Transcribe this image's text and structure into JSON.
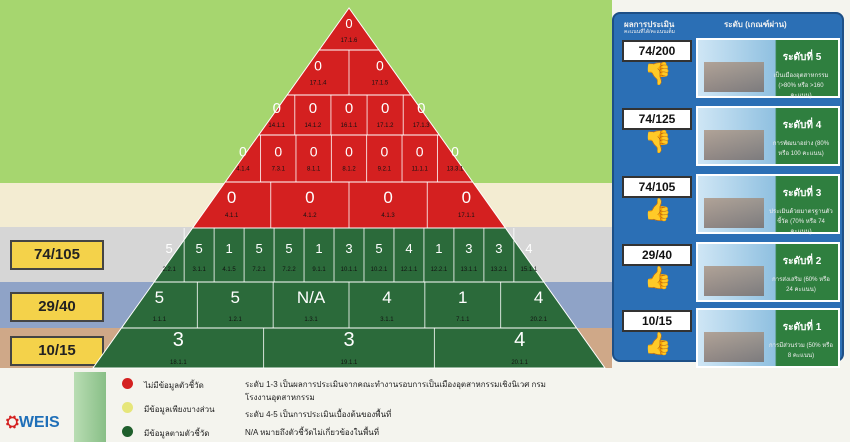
{
  "scores": [
    "74/105",
    "29/40",
    "10/15"
  ],
  "red_rows": [
    [
      {
        "v": "0",
        "c": "17.1.6"
      }
    ],
    [
      {
        "v": "0",
        "c": "17.1.4"
      },
      {
        "v": "0",
        "c": "17.1.5"
      }
    ],
    [
      {
        "v": "0",
        "c": "14.1.1"
      },
      {
        "v": "0",
        "c": "14.1.2"
      },
      {
        "v": "0",
        "c": "16.1.1"
      },
      {
        "v": "0",
        "c": "17.1.2"
      },
      {
        "v": "0",
        "c": "17.1.3"
      }
    ],
    [
      {
        "v": "0",
        "c": "4.1.4"
      },
      {
        "v": "0",
        "c": "7.3.1"
      },
      {
        "v": "0",
        "c": "8.1.1"
      },
      {
        "v": "0",
        "c": "8.1.2"
      },
      {
        "v": "0",
        "c": "9.2.1"
      },
      {
        "v": "0",
        "c": "11.1.1"
      },
      {
        "v": "0",
        "c": "13.3.1"
      }
    ],
    [
      {
        "v": "0",
        "c": "4.1.1"
      },
      {
        "v": "0",
        "c": "4.1.2"
      },
      {
        "v": "0",
        "c": "4.1.3"
      },
      {
        "v": "0",
        "c": "17.1.1"
      }
    ]
  ],
  "green_rows": [
    [
      {
        "v": "5",
        "c": "2.2.1"
      },
      {
        "v": "5",
        "c": "3.1.1"
      },
      {
        "v": "1",
        "c": "4.1.5"
      },
      {
        "v": "5",
        "c": "7.2.1"
      },
      {
        "v": "5",
        "c": "7.2.2"
      },
      {
        "v": "1",
        "c": "9.1.1"
      },
      {
        "v": "3",
        "c": "10.1.1"
      },
      {
        "v": "5",
        "c": "10.2.1"
      },
      {
        "v": "4",
        "c": "12.1.1"
      },
      {
        "v": "1",
        "c": "12.2.1"
      },
      {
        "v": "3",
        "c": "13.1.1"
      },
      {
        "v": "3",
        "c": "13.2.1"
      },
      {
        "v": "4",
        "c": "15.1.1"
      }
    ],
    [
      {
        "v": "5",
        "c": "1.1.1"
      },
      {
        "v": "5",
        "c": "1.2.1"
      },
      {
        "v": "N/A",
        "c": "1.3.1"
      },
      {
        "v": "4",
        "c": "3.1.1"
      },
      {
        "v": "1",
        "c": "7.1.1"
      },
      {
        "v": "4",
        "c": "20.2.1"
      }
    ],
    [
      {
        "v": "3",
        "c": "18.1.1"
      },
      {
        "v": "3",
        "c": "19.1.1"
      },
      {
        "v": "4",
        "c": "20.1.1"
      }
    ]
  ],
  "panel": {
    "header_left": "ผลการประเมิน",
    "header_sub": "คะแนนที่ได้/คะแนนเต็ม",
    "header_right": "ระดับ (เกณฑ์ผ่าน)",
    "rows": [
      {
        "score": "74/200",
        "thumb": "down",
        "level": "ระดับที่ 5",
        "desc": "เป็นเมืองอุตสาหกรรม (>80% หรือ >160 คะแนน)"
      },
      {
        "score": "74/125",
        "thumb": "down",
        "level": "ระดับที่ 4",
        "desc": "การพัฒนาอย่าง (80% หรือ 100 คะแนน)"
      },
      {
        "score": "74/105",
        "thumb": "up",
        "level": "ระดับที่ 3",
        "desc": "ประเมินด้วยมาตรฐานตัวชี้วัด (70% หรือ 74 คะแนน)"
      },
      {
        "score": "29/40",
        "thumb": "up",
        "level": "ระดับที่ 2",
        "desc": "การส่งเสริม (60% หรือ 24 คะแนน)"
      },
      {
        "score": "10/15",
        "thumb": "up",
        "level": "ระดับที่ 1",
        "desc": "การมีส่วนร่วม (50% หรือ 8 คะแนน)"
      }
    ]
  },
  "legend": {
    "items": [
      {
        "label": "ไม่มีข้อมูลตัวชี้วัด",
        "color": "#d42020"
      },
      {
        "label": "มีข้อมูลเพียงบางส่วน",
        "color": "#e6e67a"
      },
      {
        "label": "มีข้อมูลตามตัวชี้วัด",
        "color": "#1f5f2c"
      }
    ],
    "notes": [
      "ระดับ 1-3 เป็นผลการประเมินจากคณะทำงานรอบการเป็นเมืองอุตสาหกรรมเชิงนิเวศ กรมโรงงานอุตสาหกรรม",
      "ระดับ 4-5 เป็นการประเมินเบื้องต้นของพื้นที่",
      "N/A หมายถึงตัวชี้วัดไม่เกี่ยวข้องในพื้นที่"
    ],
    "logo": "WEIS"
  },
  "colors": {
    "red": "#d42020",
    "green": "#2b6a3a",
    "panel": "#2b6fb5",
    "score_bg": "#f4d24a"
  }
}
